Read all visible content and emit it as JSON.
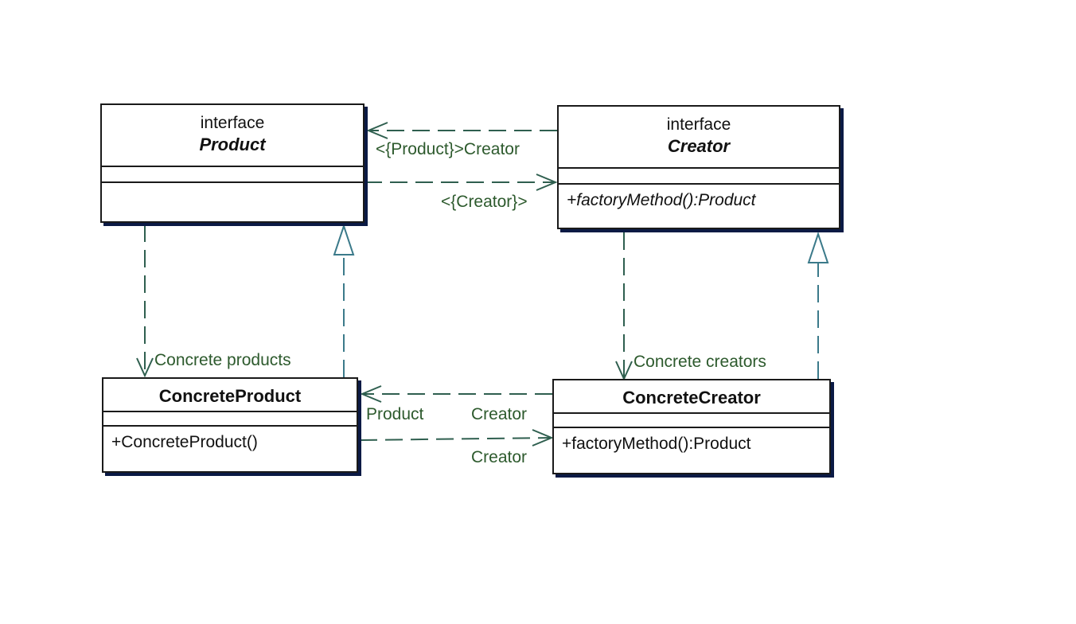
{
  "classes": {
    "product": {
      "stereotype": "interface",
      "name": "Product",
      "members": []
    },
    "creator": {
      "stereotype": "interface",
      "name": "Creator",
      "members": [
        "+factoryMethod():Product"
      ]
    },
    "concrete_product": {
      "name": "ConcreteProduct",
      "members": [
        "+ConcreteProduct()"
      ]
    },
    "concrete_creator": {
      "name": "ConcreteCreator",
      "members": [
        "+factoryMethod():Product"
      ]
    }
  },
  "labels": {
    "product_creator_top": "<{Product}>Creator",
    "product_creator_bottom": "<{Creator}>",
    "concrete_products": "Concrete products",
    "concrete_creators": "Concrete creators",
    "cp_cc_product": "Product",
    "cp_cc_creator_top": "Creator",
    "cp_cc_creator_bottom": "Creator"
  },
  "colors": {
    "dependency_line": "#2f5f4f",
    "realization_line": "#3b7a8a",
    "label_text": "#2d5a2d",
    "class_shadow": "#0b1a45"
  }
}
